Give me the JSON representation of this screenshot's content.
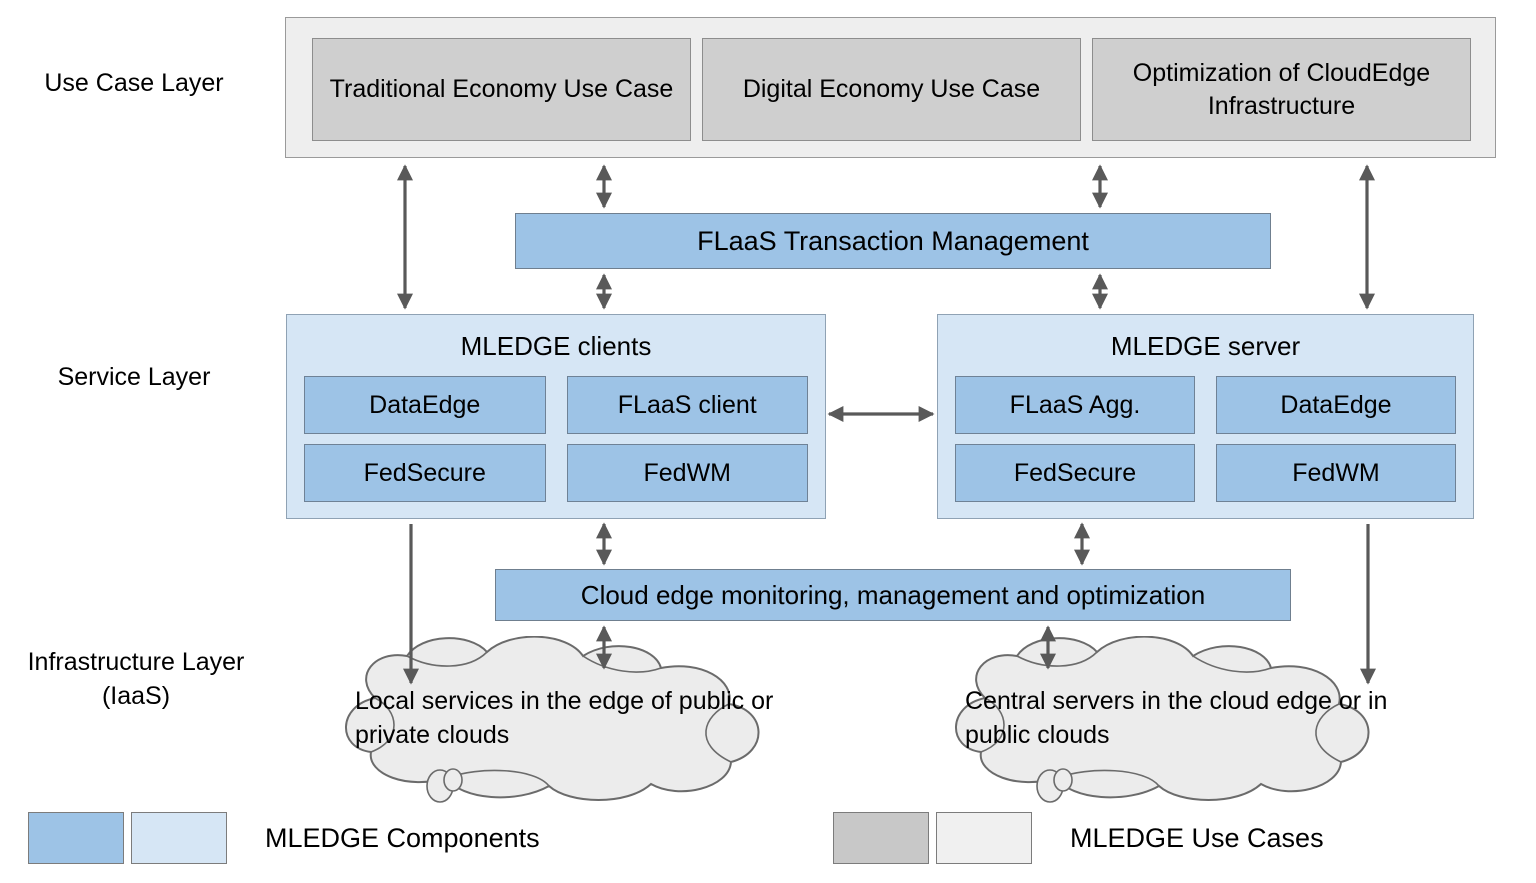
{
  "diagram": {
    "title": "MLEDGE Layered Architecture",
    "colors": {
      "component_dark_blue": "#9dc3e6",
      "component_light_blue": "#d6e6f5",
      "usecase_dark_gray": "#c8c8c8",
      "usecase_light_gray": "#f0f0f0",
      "cloud_gray": "#ececec",
      "arrow_gray": "#595959"
    }
  },
  "layer_labels": {
    "use_case": "Use Case Layer",
    "service": "Service Layer",
    "infrastructure": "Infrastructure Layer\n(IaaS)"
  },
  "use_case_layer": {
    "boxes": [
      {
        "label": "Traditional Economy Use Case"
      },
      {
        "label": "Digital Economy Use Case"
      },
      {
        "label": "Optimization of CloudEdge Infrastructure"
      }
    ]
  },
  "middleware": {
    "flaas_transaction_management": "FLaaS Transaction Management",
    "cloud_edge_monitoring": "Cloud edge monitoring, management and optimization"
  },
  "service_layer": {
    "clients": {
      "title": "MLEDGE clients",
      "components": [
        {
          "label": "DataEdge"
        },
        {
          "label": "FLaaS client"
        },
        {
          "label": "FedSecure"
        },
        {
          "label": "FedWM"
        }
      ]
    },
    "server": {
      "title": "MLEDGE server",
      "components": [
        {
          "label": "FLaaS Agg."
        },
        {
          "label": "DataEdge"
        },
        {
          "label": "FedSecure"
        },
        {
          "label": "FedWM"
        }
      ]
    }
  },
  "infrastructure_layer": {
    "clouds": [
      {
        "label": "Local services in the edge of public or private clouds"
      },
      {
        "label": "Central servers in the cloud edge or in public clouds"
      }
    ]
  },
  "legend": {
    "items": [
      {
        "label": "MLEDGE Components"
      },
      {
        "label": "MLEDGE Use Cases"
      }
    ]
  }
}
